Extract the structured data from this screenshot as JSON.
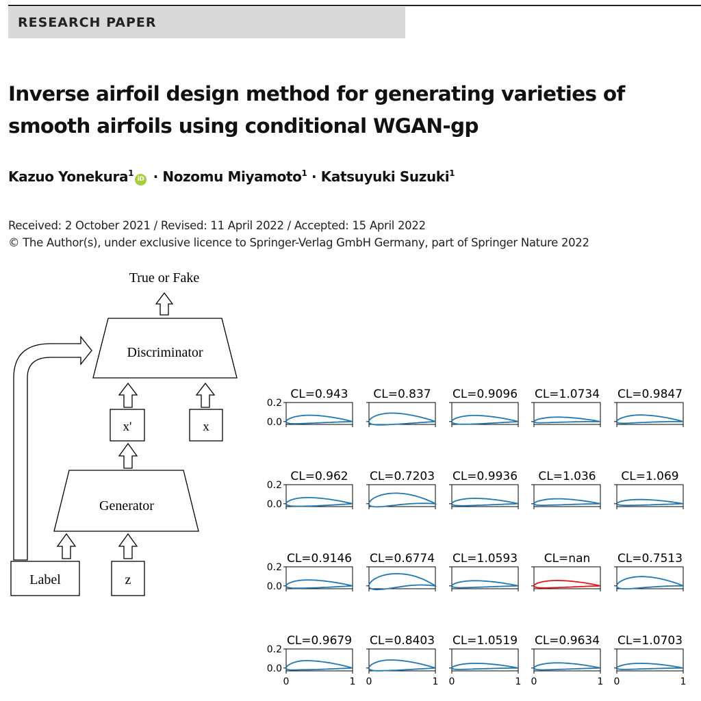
{
  "header": {
    "section_tag": "RESEARCH PAPER"
  },
  "paper": {
    "title": "Inverse airfoil design method for generating varieties of smooth airfoils using conditional WGAN-gp",
    "authors": [
      {
        "name": "Kazuo Yonekura",
        "affiliation": "1",
        "orcid": true
      },
      {
        "name": "Nozomu Miyamoto",
        "affiliation": "1",
        "orcid": false
      },
      {
        "name": "Katsuyuki Suzuki",
        "affiliation": "1",
        "orcid": false
      }
    ],
    "author_separator": "·",
    "orcid_badge": "iD",
    "dates": "Received: 2 October 2021 / Revised: 11 April 2022 / Accepted: 15 April 2022",
    "copyright": "© The Author(s), under exclusive licence to Springer-Verlag GmbH Germany, part of Springer Nature 2022"
  },
  "diagram": {
    "output_label": "True or Fake",
    "discriminator_label": "Discriminator",
    "generator_label": "Generator",
    "fake_sample_label": "x'",
    "real_sample_label": "x",
    "label_input": "Label",
    "noise_input": "z"
  },
  "chart_data": {
    "type": "line",
    "layout": "small-multiples grid, 4 rows x 5 columns",
    "titles": [
      "CL=0.943",
      "CL=0.837",
      "CL=0.9096",
      "CL=1.0734",
      "CL=0.9847",
      "CL=0.962",
      "CL=0.7203",
      "CL=0.9936",
      "CL=1.036",
      "CL=1.069",
      "CL=0.9146",
      "CL=0.6774",
      "CL=1.0593",
      "CL=nan",
      "CL=0.7513",
      "CL=0.9679",
      "CL=0.8403",
      "CL=1.0519",
      "CL=0.9634",
      "CL=1.0703"
    ],
    "thickness": [
      0.085,
      0.12,
      0.09,
      0.055,
      0.08,
      0.09,
      0.13,
      0.075,
      0.065,
      0.06,
      0.085,
      0.15,
      0.07,
      0.075,
      0.12,
      0.095,
      0.11,
      0.06,
      0.07,
      0.06
    ],
    "camber": [
      0.025,
      0.03,
      0.02,
      0.02,
      0.03,
      0.02,
      0.05,
      0.02,
      0.02,
      0.015,
      0.02,
      0.06,
      0.02,
      0.02,
      0.04,
      0.03,
      0.03,
      0.02,
      0.02,
      0.02
    ],
    "camber_pos": [
      0.4,
      0.4,
      0.4,
      0.4,
      0.4,
      0.35,
      0.5,
      0.4,
      0.4,
      0.4,
      0.35,
      0.55,
      0.4,
      0.4,
      0.45,
      0.3,
      0.35,
      0.4,
      0.4,
      0.4
    ],
    "highlight": [
      false,
      false,
      false,
      false,
      false,
      false,
      false,
      false,
      false,
      false,
      false,
      false,
      false,
      true,
      false,
      false,
      false,
      false,
      false,
      false
    ],
    "xlim": [
      0,
      1
    ],
    "ylim": [
      -0.03,
      0.2
    ],
    "yticks": [
      "0.2",
      "0.0"
    ],
    "xticks": [
      "0",
      "1"
    ],
    "colors": {
      "line": "#1f77b4",
      "highlight": "#e8141c",
      "axes": "#000000"
    }
  }
}
